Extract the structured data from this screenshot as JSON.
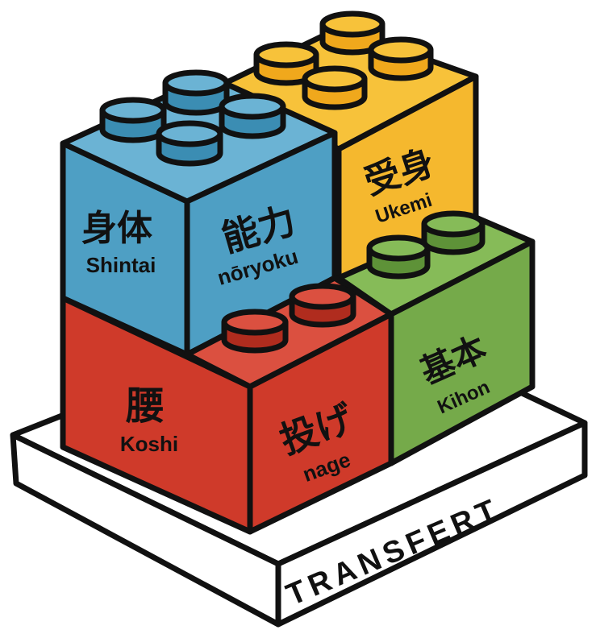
{
  "base": {
    "label": "TRANSFERT"
  },
  "blocks": {
    "shintai": {
      "kanji": "身体",
      "romaji": "Shintai",
      "color": "#4e9fc4"
    },
    "noryoku": {
      "kanji": "能力",
      "romaji": "nōryoku",
      "color": "#4e9fc4"
    },
    "ukemi": {
      "kanji": "受身",
      "romaji": "Ukemi",
      "color": "#f5b82e"
    },
    "kihon": {
      "kanji": "基本",
      "romaji": "Kihon",
      "color": "#75aa4a"
    },
    "koshi": {
      "kanji": "腰",
      "romaji": "Koshi",
      "color": "#cf3a2a"
    },
    "nage": {
      "kanji": "投げ",
      "romaji": "nage",
      "color": "#cf3a2a"
    }
  }
}
